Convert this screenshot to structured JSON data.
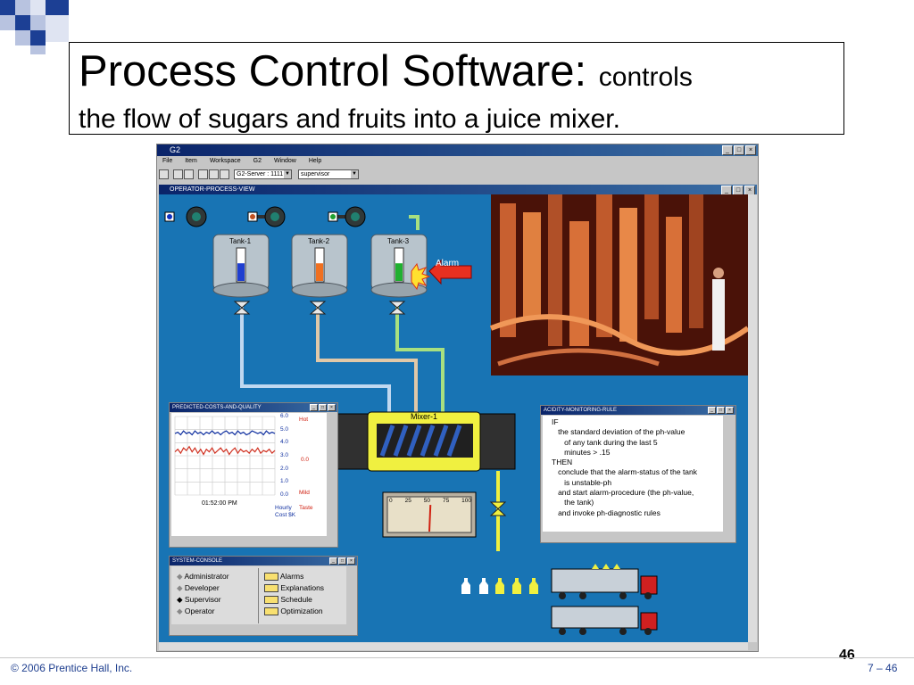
{
  "slide": {
    "title_main": "Process Control Software:",
    "title_small": "controls",
    "title_line2": "the flow of sugars and fruits into a juice mixer.",
    "footer_left": "© 2006 Prentice Hall, Inc.",
    "footer_right": "7 – 46",
    "page_number": "46"
  },
  "app": {
    "title": "G2",
    "menu": [
      "File",
      "Item",
      "Workspace",
      "G2",
      "Window",
      "Help"
    ],
    "server_combo": "G2-Server : 1111",
    "user_combo": "supervisor",
    "workspace_title": "OPERATOR-PROCESS-VIEW"
  },
  "process": {
    "tanks": [
      {
        "label": "Tank-1",
        "fill_color": "#1f3fd0",
        "level": 0.55
      },
      {
        "label": "Tank-2",
        "fill_color": "#f07020",
        "level": 0.55
      },
      {
        "label": "Tank-3",
        "fill_color": "#20b030",
        "level": 0.55
      }
    ],
    "alarm_label": "Alarm",
    "mixer_label": "Mixer-1",
    "gauge_ticks": [
      "0",
      "25",
      "50",
      "75",
      "100"
    ],
    "gauge_value": 52
  },
  "costs_window": {
    "title": "PREDICTED-COSTS-AND-QUALITY",
    "y_ticks": [
      "6.0",
      "5.0",
      "4.0",
      "3.0",
      "2.0",
      "1.0",
      "0.0"
    ],
    "right_labels": {
      "hot": "Hot",
      "mid": "0.0",
      "mild": "Mild"
    },
    "time_label": "01:52:00 PM",
    "footer_left": "Hourly\nCost $K",
    "footer_right": "Taste"
  },
  "chart_data": {
    "type": "line",
    "ylim": [
      0,
      6
    ],
    "series": [
      {
        "color": "#1030a0",
        "values": [
          4.7,
          4.8,
          4.6,
          4.9,
          4.7,
          4.8,
          4.6,
          4.9,
          4.7,
          4.8,
          4.6,
          4.8,
          4.7,
          4.9,
          4.7,
          4.8,
          4.6,
          4.8,
          4.9,
          4.7,
          4.8,
          4.6,
          4.9,
          4.7,
          4.8,
          4.6,
          4.7,
          4.9,
          4.8,
          4.7,
          4.8,
          4.6,
          4.9,
          4.7,
          4.8,
          4.7
        ]
      },
      {
        "color": "#d03020",
        "values": [
          3.3,
          3.5,
          3.2,
          3.6,
          3.4,
          3.7,
          3.3,
          3.6,
          3.2,
          3.5,
          3.1,
          3.5,
          3.3,
          3.6,
          3.2,
          3.4,
          3.6,
          3.3,
          3.5,
          3.1,
          3.4,
          3.6,
          3.2,
          3.5,
          3.3,
          3.4,
          3.2,
          3.5,
          3.3,
          3.6,
          3.2,
          3.4,
          3.3,
          3.5,
          3.2,
          3.4
        ]
      }
    ]
  },
  "rule_window": {
    "title": "ACIDITY-MONITORING-RULE",
    "lines": [
      "IF",
      "   the standard deviation of the ph-value",
      "      of any tank during the last 5",
      "      minutes > .15",
      "THEN",
      "   conclude that the alarm-status of the tank",
      "      is unstable-ph",
      "   and start alarm-procedure (the ph-value,",
      "      the tank)",
      "   and invoke ph-diagnostic rules"
    ]
  },
  "console_window": {
    "title": "SYSTEM-CONSOLE",
    "users": [
      "Administrator",
      "Developer",
      "Supervisor",
      "Operator"
    ],
    "selected_user": "Supervisor",
    "modules": [
      "Alarms",
      "Explanations",
      "Schedule",
      "Optimization"
    ]
  }
}
